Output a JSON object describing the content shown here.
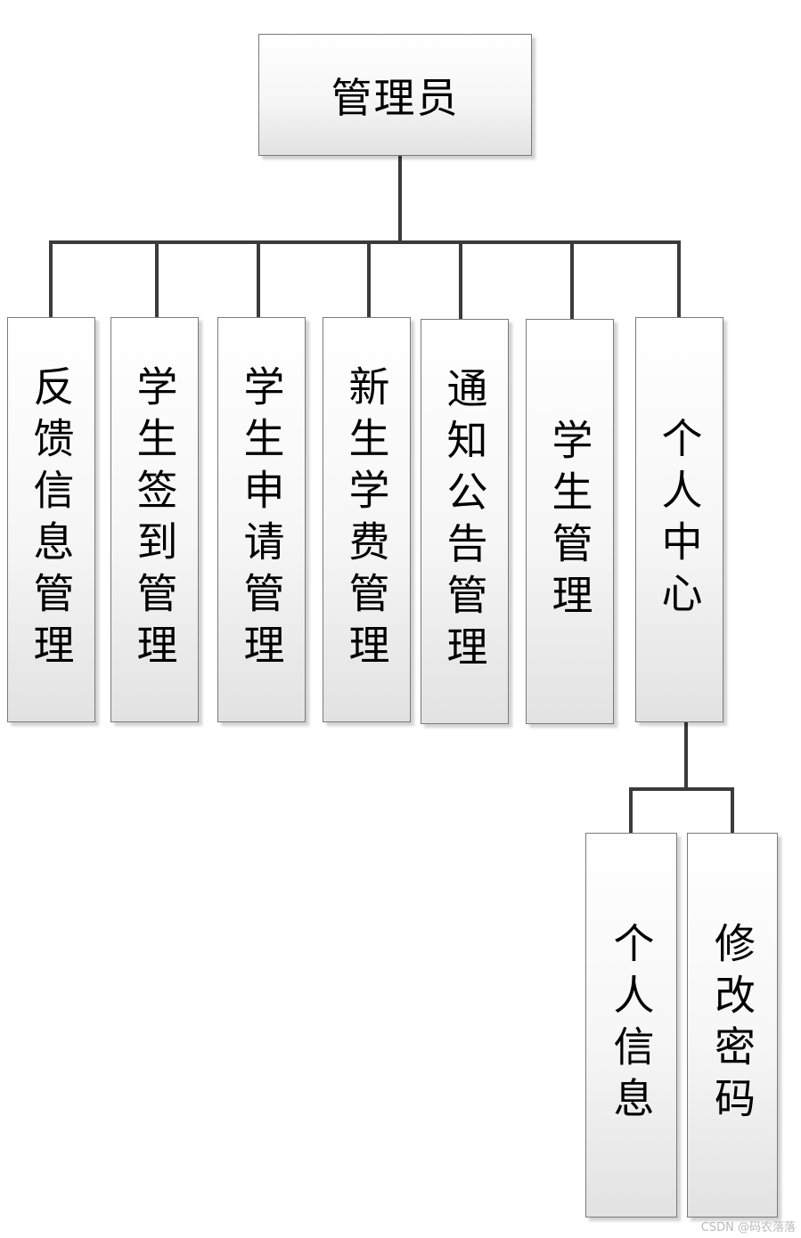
{
  "root": {
    "label": "管理员"
  },
  "modules": [
    {
      "key": "feedback",
      "label": "反馈信息管理"
    },
    {
      "key": "sign-in",
      "label": "学生签到管理"
    },
    {
      "key": "application",
      "label": "学生申请管理"
    },
    {
      "key": "tuition",
      "label": "新生学费管理"
    },
    {
      "key": "notice",
      "label": "通知公告管理"
    },
    {
      "key": "student",
      "label": "学生管理"
    },
    {
      "key": "personal-center",
      "label": "个人中心"
    }
  ],
  "personal_center_children": [
    {
      "key": "personal-info",
      "label": "个人信息"
    },
    {
      "key": "change-password",
      "label": "修改密码"
    }
  ],
  "watermark": "CSDN @码农落落"
}
